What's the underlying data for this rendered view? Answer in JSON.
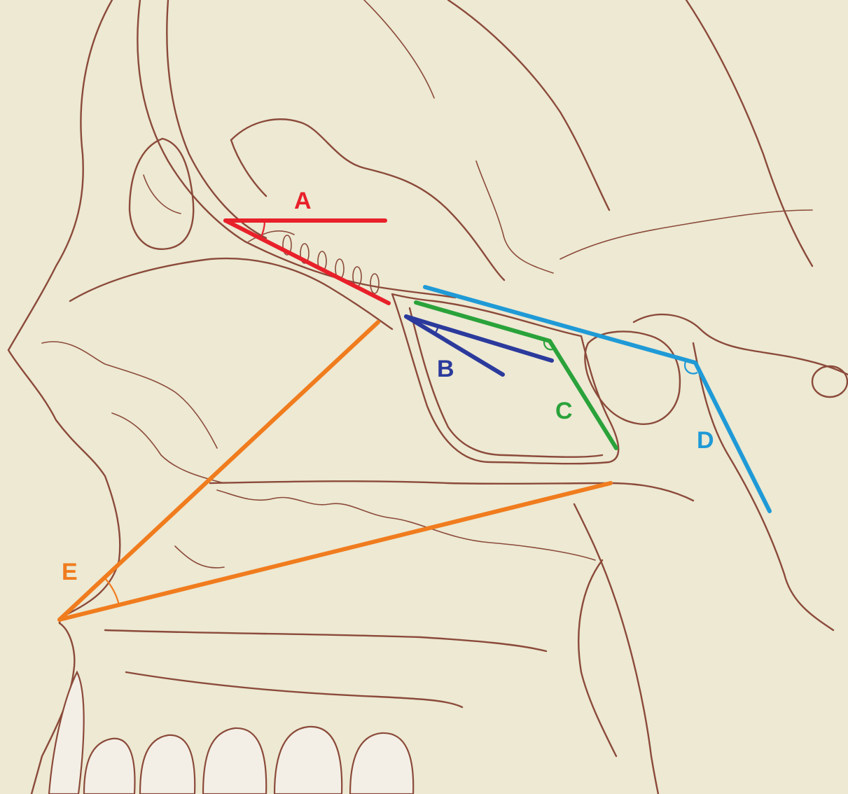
{
  "diagram": {
    "colors": {
      "background": "#ede9d3",
      "outline": "#8b4a3a",
      "A": "#e8202a",
      "B": "#2b3a9c",
      "C": "#2aa23a",
      "D": "#1f9ad6",
      "E": "#f07c1e"
    },
    "labels": {
      "A": "A",
      "B": "B",
      "C": "C",
      "D": "D",
      "E": "E"
    }
  }
}
